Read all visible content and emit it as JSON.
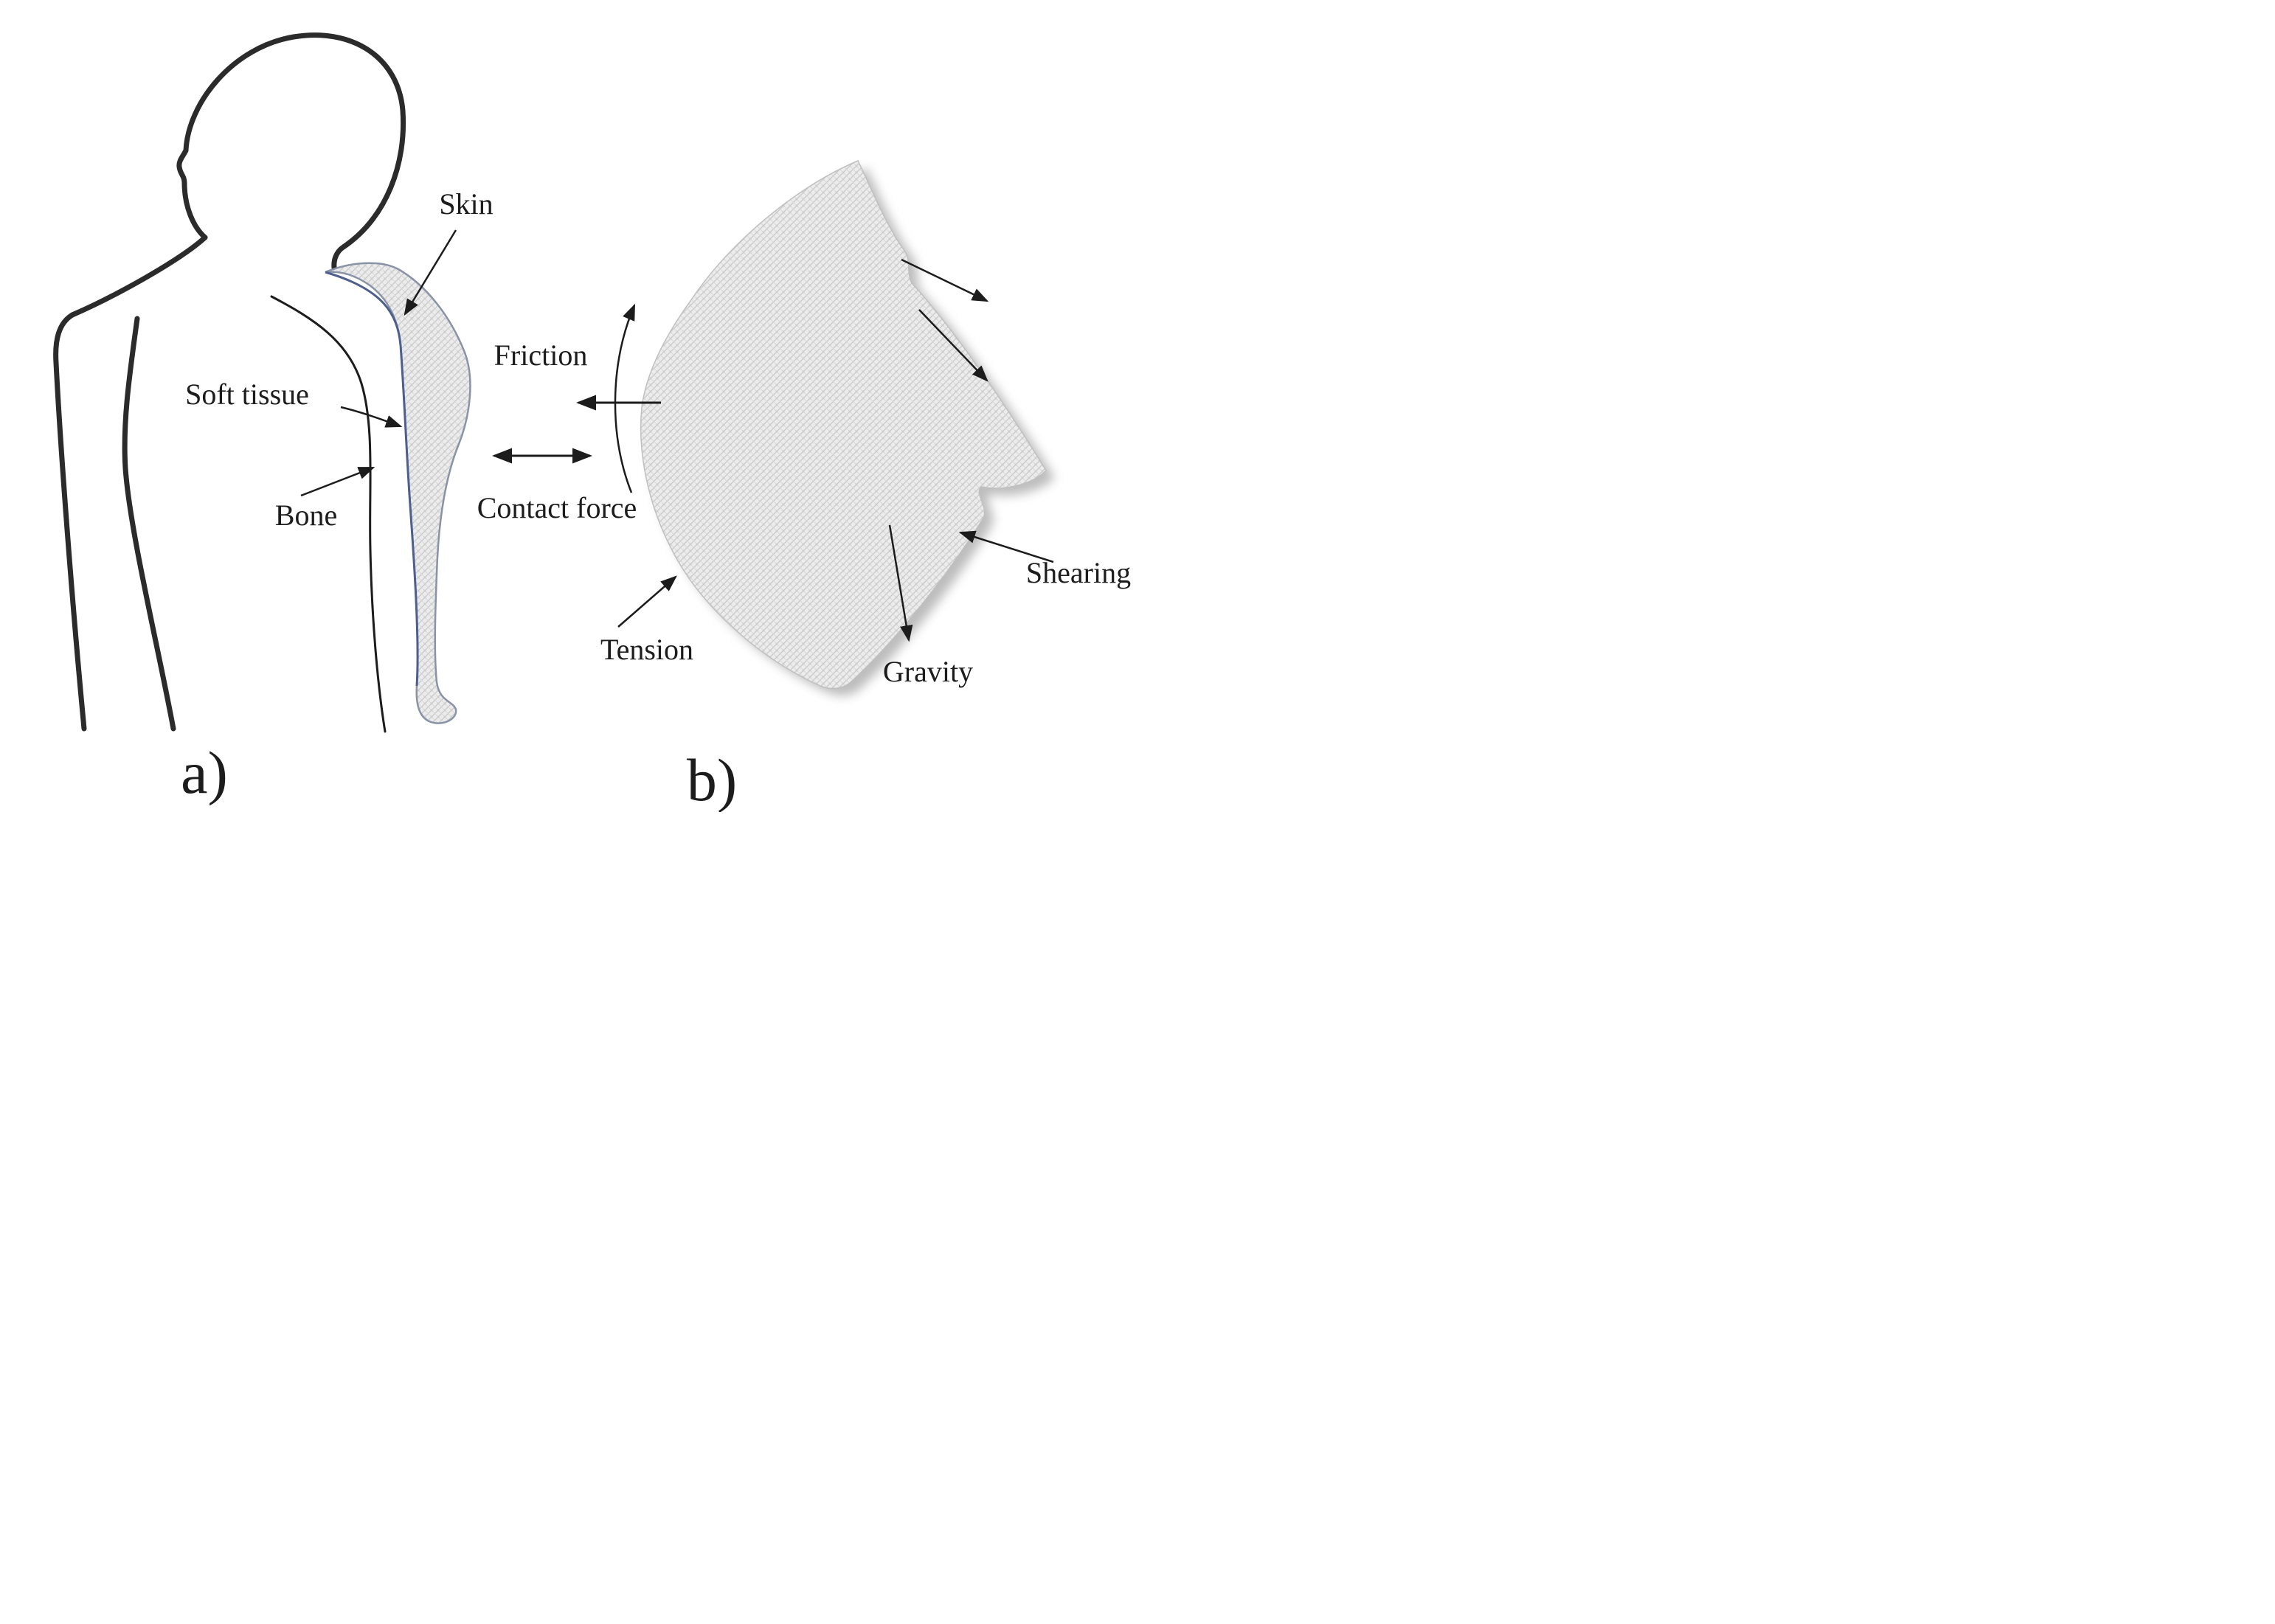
{
  "figure": {
    "description": "Anatomical diagram of sacral region skin cross-section and forces acting on skin patch",
    "panel_a": {
      "label": "a)",
      "annotations": {
        "skin": "Skin",
        "soft_tissue": "Soft tissue",
        "bone": "Bone"
      }
    },
    "panel_b": {
      "label": "b)",
      "annotations": {
        "friction": "Friction",
        "contact_force": "Contact force",
        "tension": "Tension",
        "gravity": "Gravity",
        "shearing": "Shearing"
      }
    },
    "colors": {
      "body_outline": "#2b2b2b",
      "thin_line": "#1c1c1c",
      "hatch_fill": "#ececec",
      "hatch_stroke": "#c7c7c7",
      "skin_edge_blue": "#4d5f8c",
      "band_outline": "#8a93a5",
      "shadow": "#9a9a9a",
      "background": "#ffffff"
    }
  }
}
